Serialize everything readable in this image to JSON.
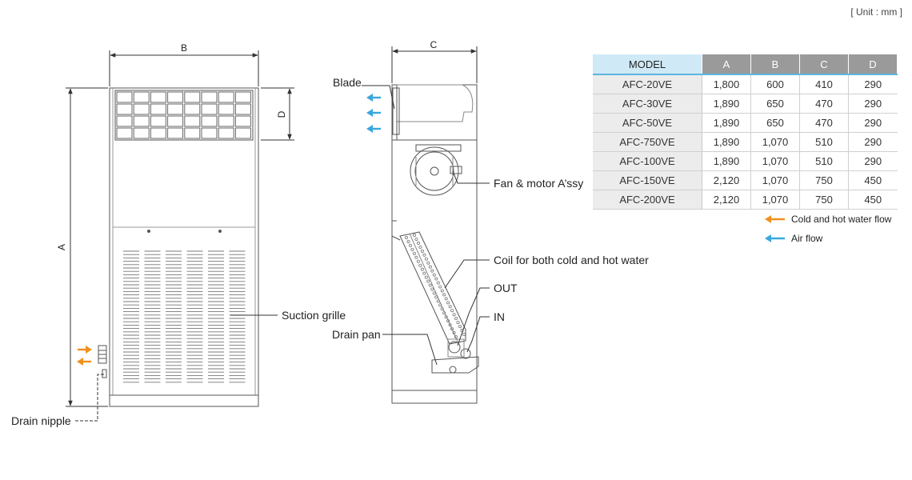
{
  "unit_label": "[ Unit : mm ]",
  "dims": {
    "a": "A",
    "b": "B",
    "c": "C",
    "d": "D"
  },
  "labels": {
    "blade": "Blade",
    "fan_motor": "Fan & motor A’ssy",
    "coil": "Coil for both cold and hot water",
    "out": "OUT",
    "in": "IN",
    "drain_pan": "Drain pan",
    "suction_grille": "Suction grille",
    "drain_nipple": "Drain nipple"
  },
  "table": {
    "headers": [
      "MODEL",
      "A",
      "B",
      "C",
      "D"
    ],
    "rows": [
      [
        "AFC-20VE",
        "1,800",
        "600",
        "410",
        "290"
      ],
      [
        "AFC-30VE",
        "1,890",
        "650",
        "470",
        "290"
      ],
      [
        "AFC-50VE",
        "1,890",
        "650",
        "470",
        "290"
      ],
      [
        "AFC-750VE",
        "1,890",
        "1,070",
        "510",
        "290"
      ],
      [
        "AFC-100VE",
        "1,890",
        "1,070",
        "510",
        "290"
      ],
      [
        "AFC-150VE",
        "2,120",
        "1,070",
        "750",
        "450"
      ],
      [
        "AFC-200VE",
        "2,120",
        "1,070",
        "750",
        "450"
      ]
    ]
  },
  "legend": [
    {
      "text": "Cold and hot water flow",
      "color": "#f0901e",
      "icon": "arrow-left-icon"
    },
    {
      "text": "Air flow",
      "color": "#3aa7dd",
      "icon": "arrow-left-icon"
    }
  ],
  "colors": {
    "water_flow": "#f0901e",
    "air_flow": "#3aa7dd",
    "table_header": "#9a9a9a",
    "model_header": "#cfe9f6",
    "header_rule": "#5bb6e0"
  }
}
